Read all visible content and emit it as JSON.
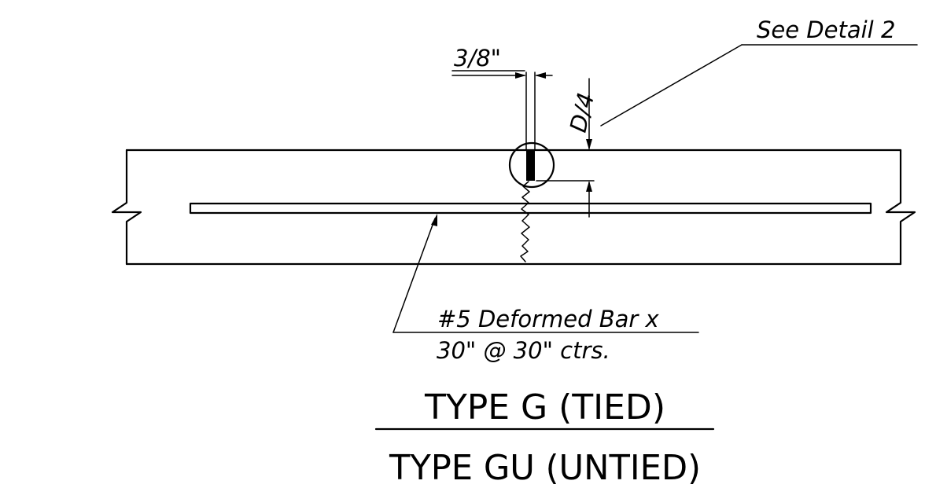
{
  "callouts": {
    "gap_dimension": "3/8\"",
    "depth_dimension": "D/4",
    "detail_reference": "See Detail 2",
    "bar_line1": "#5 Deformed Bar x",
    "bar_line2": "30\" @ 30\" ctrs."
  },
  "titles": {
    "top": "TYPE G (TIED)",
    "bottom": "TYPE GU (UNTIED)"
  }
}
